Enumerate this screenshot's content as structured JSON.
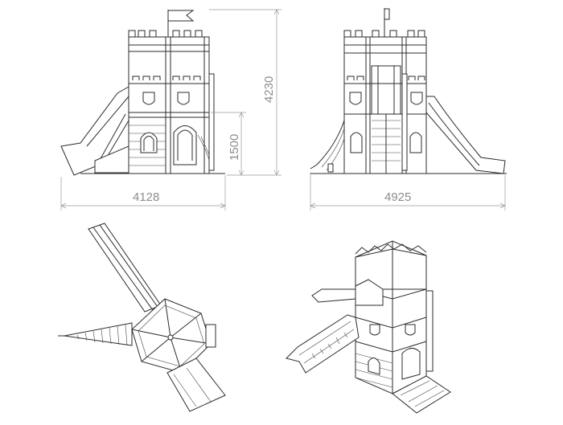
{
  "dimensions": {
    "front_width": "4128",
    "side_width": "4925",
    "total_height": "4230",
    "platform_height": "1500"
  },
  "colors": {
    "line": "#2b2b2b",
    "dimension": "#9a9a9a"
  }
}
